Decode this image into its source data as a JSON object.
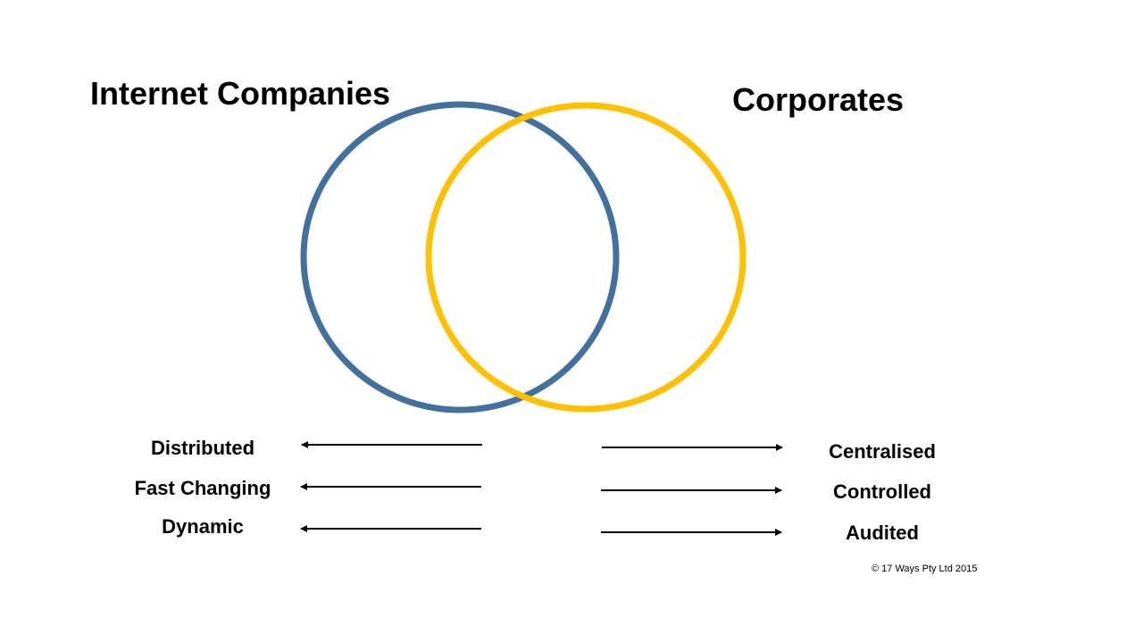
{
  "titles": {
    "left": "Internet Companies",
    "right": "Corporates"
  },
  "left_traits": [
    "Distributed",
    "Fast Changing",
    "Dynamic"
  ],
  "right_traits": [
    "Centralised",
    "Controlled",
    "Audited"
  ],
  "copyright": "© 17 Ways Pty Ltd 2015",
  "colors": {
    "left_circle": "#41719C",
    "right_circle": "#FFC000"
  }
}
